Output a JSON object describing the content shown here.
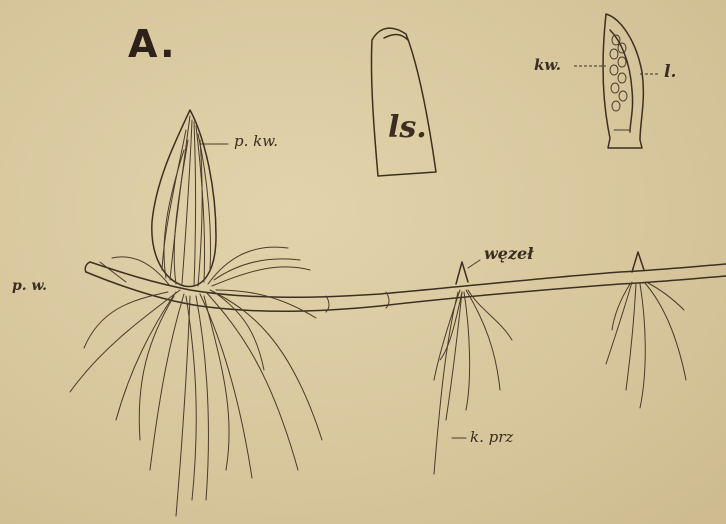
{
  "figure": {
    "title": "A.",
    "labels": {
      "p_kw": "p. kw.",
      "ls": "ls.",
      "kw": "kw.",
      "l": "l.",
      "p_w": "p. w.",
      "wezel": "węzeł",
      "k_prz": "k. prz"
    },
    "colors": {
      "paper": "#d9c9a0",
      "ink": "#3d2f22"
    }
  }
}
